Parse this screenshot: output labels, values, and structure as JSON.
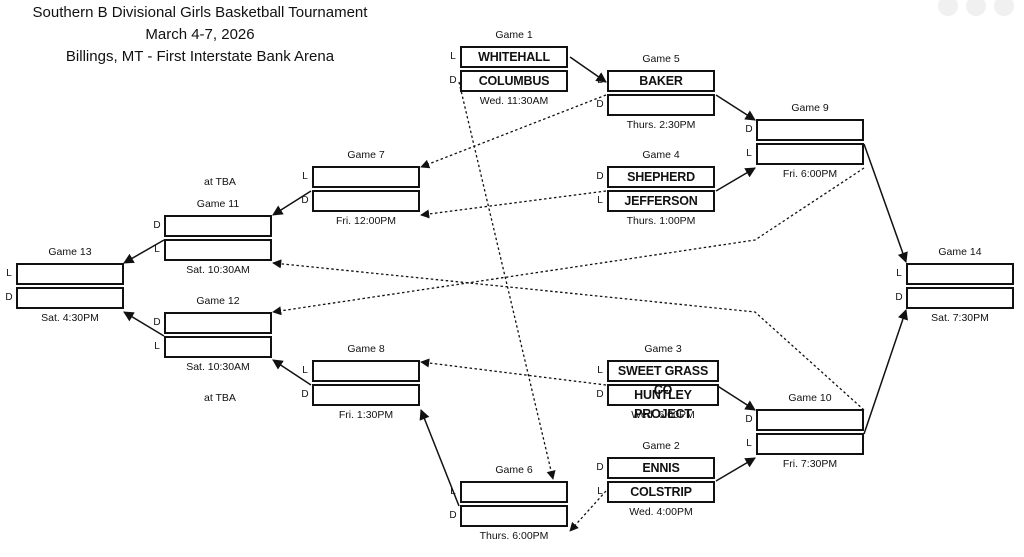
{
  "header": {
    "title": "Southern B Divisional Girls Basketball Tournament",
    "dates": "March 4-7, 2026",
    "venue": "Billings, MT - First Interstate Bank Arena"
  },
  "games": {
    "g1": {
      "name": "Game 1",
      "top": "WHITEHALL",
      "bottom": "COLUMBUS",
      "time": "Wed. 11:30AM",
      "side_top": "L",
      "side_bottom": "D"
    },
    "g2": {
      "name": "Game 2",
      "top": "ENNIS",
      "bottom": "COLSTRIP",
      "time": "Wed. 4:00PM",
      "side_top": "D",
      "side_bottom": "L"
    },
    "g3": {
      "name": "Game 3",
      "top": "SWEET GRASS CO",
      "bottom": "HUNTLEY PROJECT",
      "time": "Wed. 6:00PM",
      "side_top": "L",
      "side_bottom": "D"
    },
    "g4": {
      "name": "Game 4",
      "top": "SHEPHERD",
      "bottom": "JEFFERSON",
      "time": "Thurs. 1:00PM",
      "side_top": "D",
      "side_bottom": "L"
    },
    "g5": {
      "name": "Game 5",
      "top": "BAKER",
      "bottom": "",
      "time": "Thurs. 2:30PM",
      "side_top": "L",
      "side_bottom": "D"
    },
    "g6": {
      "name": "Game 6",
      "top": "",
      "bottom": "",
      "time": "Thurs. 6:00PM",
      "side_top": "L",
      "side_bottom": "D"
    },
    "g7": {
      "name": "Game 7",
      "top": "",
      "bottom": "",
      "time": "Fri. 12:00PM",
      "side_top": "L",
      "side_bottom": "D"
    },
    "g8": {
      "name": "Game 8",
      "top": "",
      "bottom": "",
      "time": "Fri. 1:30PM",
      "side_top": "L",
      "side_bottom": "D"
    },
    "g9": {
      "name": "Game 9",
      "top": "",
      "bottom": "",
      "time": "Fri. 6:00PM",
      "side_top": "D",
      "side_bottom": "L"
    },
    "g10": {
      "name": "Game 10",
      "top": "",
      "bottom": "",
      "time": "Fri. 7:30PM",
      "side_top": "D",
      "side_bottom": "L"
    },
    "g11": {
      "name": "Game 11",
      "top": "",
      "bottom": "",
      "time": "Sat. 10:30AM",
      "side_top": "D",
      "side_bottom": "L",
      "note": "at TBA"
    },
    "g12": {
      "name": "Game 12",
      "top": "",
      "bottom": "",
      "time": "Sat. 10:30AM",
      "side_top": "D",
      "side_bottom": "L",
      "note": "at TBA"
    },
    "g13": {
      "name": "Game 13",
      "top": "",
      "bottom": "",
      "time": "Sat. 4:30PM",
      "side_top": "L",
      "side_bottom": "D"
    },
    "g14": {
      "name": "Game 14",
      "top": "",
      "bottom": "",
      "time": "Sat. 7:30PM",
      "side_top": "L",
      "side_bottom": "D"
    }
  }
}
